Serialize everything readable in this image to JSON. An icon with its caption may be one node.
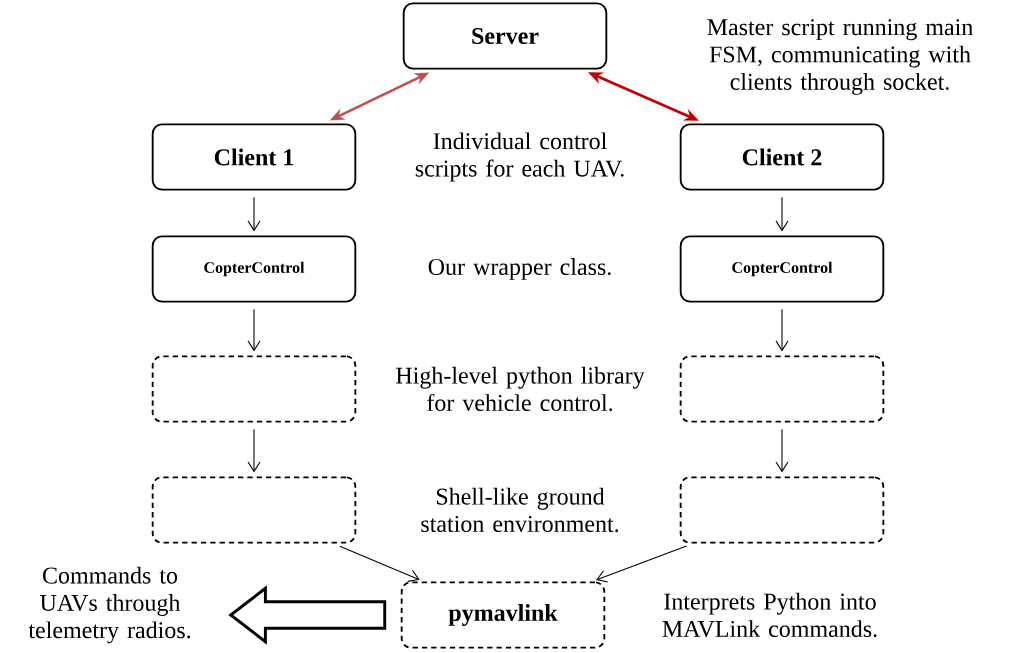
{
  "diagram": {
    "nodes": [
      {
        "text": [
          "Server"
        ]
      },
      {
        "text": [
          "Client 1"
        ]
      },
      {
        "text": [
          "Client 2"
        ]
      },
      {
        "text": [
          "CopterControl"
        ]
      },
      {
        "text": [
          "CopterControl"
        ]
      },
      {
        "text": [],
        "shape": "box"
      },
      {
        "text": [],
        "shape": "box"
      },
      {
        "text": [],
        "shape": "box"
      },
      {
        "text": [],
        "shape": "box"
      },
      {
        "text": [
          "pymavlink"
        ]
      },
      {
        "text": [
          "Commands to UAVs through telemetry radios."
        ]
      }
    ],
    "edges": [
      {
        "from": 0,
        "to": 1,
        "arrow": "both",
        "style": "thick",
        "color": "#c0504d"
      },
      {
        "from": 0,
        "to": 2,
        "arrow": "both",
        "style": "thick",
        "color": "#c00000"
      },
      {
        "from": 1,
        "to": 3,
        "arrow": "to"
      },
      {
        "from": 2,
        "to": 4,
        "arrow": "to"
      },
      {
        "from": 3,
        "to": 5,
        "arrow": "to"
      },
      {
        "from": 4,
        "to": 6,
        "arrow": "to"
      },
      {
        "from": 5,
        "to": 7,
        "arrow": "to"
      },
      {
        "from": 6,
        "to": 8,
        "arrow": "to"
      },
      {
        "from": 7,
        "to": 9,
        "arrow": "to"
      },
      {
        "from": 8,
        "to": 9,
        "arrow": "to"
      },
      {
        "from": 9,
        "to": 10,
        "arrow": "to",
        "style": "thick"
      }
    ],
    "labels": [
      "Master script running main FSM, communicating with clients through socket.",
      "Individual control scripts for each UAV.",
      "Our wrapper class.",
      "High-level python library for vehicle control.",
      "Shell-like ground station environment.",
      "Interprets Python into MAVLink commands."
    ]
  }
}
